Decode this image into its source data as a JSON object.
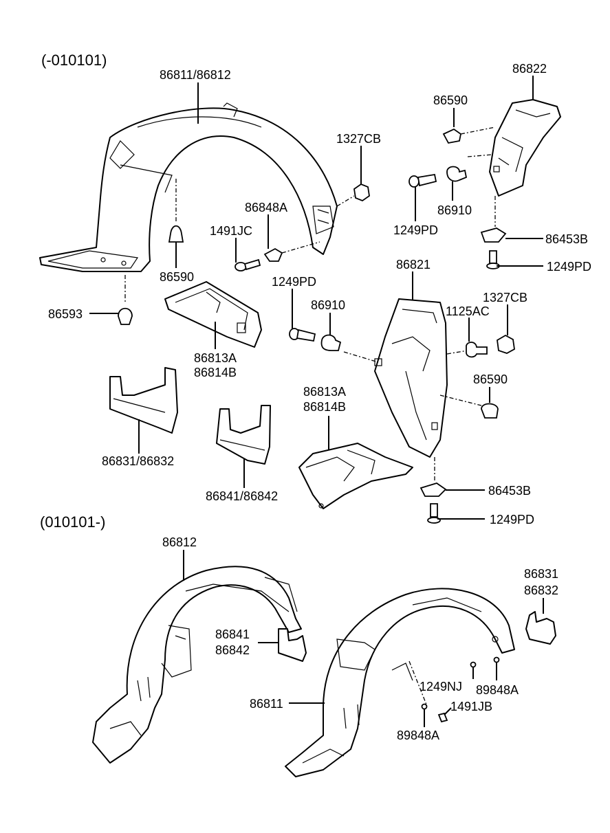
{
  "sections": {
    "top": "(-010101)",
    "bottom": "(010101-)"
  },
  "labels": {
    "l_86811_86812": "86811/86812",
    "l_86822": "86822",
    "l_86590_a": "86590",
    "l_1327CB_a": "1327CB",
    "l_86848A": "86848A",
    "l_1491JC": "1491JC",
    "l_1249PD_a": "1249PD",
    "l_86910_a": "86910",
    "l_86453B_a": "86453B",
    "l_1249PD_b": "1249PD",
    "l_86590_b": "86590",
    "l_86593": "86593",
    "l_86821": "86821",
    "l_1249PD_c": "1249PD",
    "l_86910_b": "86910",
    "l_1125AC": "1125AC",
    "l_1327CB_b": "1327CB",
    "l_86813A_a": "86813A",
    "l_86814B_a": "86814B",
    "l_86590_c": "86590",
    "l_86813A_b": "86813A",
    "l_86814B_b": "86814B",
    "l_86831_86832": "86831/86832",
    "l_86841_86842": "86841/86842",
    "l_86453B_b": "86453B",
    "l_1249PD_d": "1249PD",
    "l_86812": "86812",
    "l_86831": "86831",
    "l_86832": "86832",
    "l_86841": "86841",
    "l_86842": "86842",
    "l_86811": "86811",
    "l_1249NJ": "1249NJ",
    "l_89848A_a": "89848A",
    "l_1491JB": "1491JB",
    "l_89848A_b": "89848A"
  }
}
